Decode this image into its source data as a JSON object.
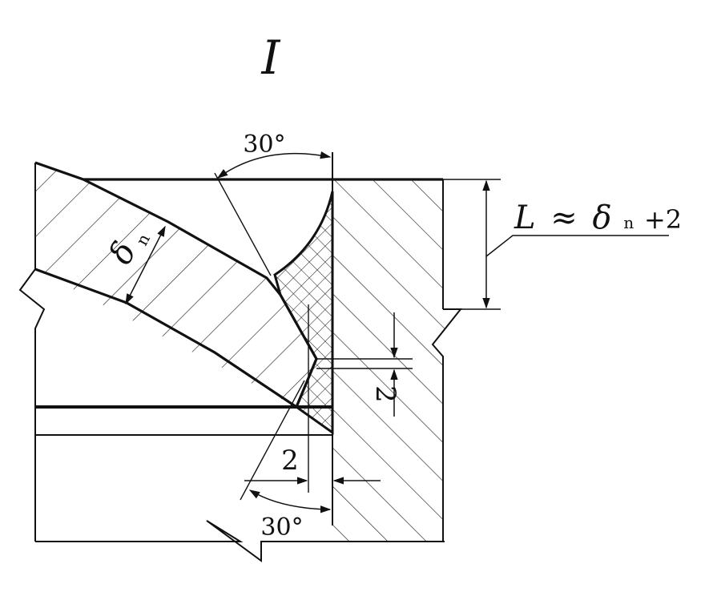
{
  "detail_label": "I",
  "dims": {
    "top_angle": "30°",
    "bottom_angle": "30°",
    "root_gap": "2",
    "offset_vertical": "2",
    "thickness_symbol": "δ",
    "thickness_sub": "n",
    "length_formula_L": "L",
    "length_formula_approx": "≈",
    "length_formula_delta": "δ",
    "length_formula_sub": "n",
    "length_formula_tail": "+2"
  }
}
